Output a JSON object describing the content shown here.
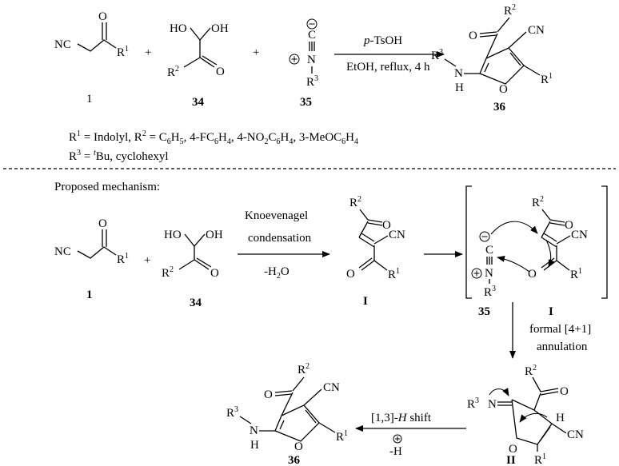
{
  "reaction": {
    "c1_nc": "NC",
    "c1_r": "R",
    "c1_r_sup": "1",
    "c1_label": "1",
    "c34_ho1": "HO",
    "c34_oh": "OH",
    "c34_r": "R",
    "c34_r_sup": "2",
    "c34_label": "34",
    "c35_n": "N",
    "c35_r": "R",
    "c35_r_sup": "3",
    "c35_label": "35",
    "plus": "+",
    "reagent_prefix": "p",
    "reagent_main": "-TsOH",
    "conditions": "EtOH, reflux, 4 h",
    "p36_r2": "R",
    "p36_r2_sup": "2",
    "p36_cn": "CN",
    "p36_r3": "R",
    "p36_r3_sup": "3",
    "p36_h": "H",
    "p36_n": "N",
    "p36_o": "O",
    "p36_r1": "R",
    "p36_r1_sup": "1",
    "p36_label": "36"
  },
  "substituents": {
    "r1": "R",
    "r1_sup": "1",
    "r1_text": " = Indolyl, R",
    "r2_sup": "2",
    "r2_eq": " = C",
    "sub6": "6",
    "h5": "H",
    "sub5": "5",
    "fc": ", 4-FC",
    "h4a": "H",
    "sub4a": "4",
    "no2": ", 4-NO",
    "sub2": "2",
    "c": "C",
    "sub6c": "6",
    "h4b": "H",
    "sub4b": "4",
    "meo": ", 3-MeOC",
    "sub6d": "6",
    "h4c": "H",
    "sub4c": "4",
    "r3": "R",
    "r3_sup": "3",
    "r3_eq": " = ",
    "t": "t",
    "bu": "Bu, cyclohexyl"
  },
  "mechanism": {
    "heading": "Proposed mechanism:",
    "knoevenagel": "Knoevenagel",
    "condensation": "condensation",
    "minus": "-H",
    "h2o_sub": "2",
    "h2o_o": "O",
    "inter_I_label": "I",
    "cn": "CN",
    "label_35": "35",
    "label_I": "I",
    "formal": "formal [4+1]",
    "annulation": "annulation",
    "inter_II_label": "II",
    "ii_h": "H",
    "shift_bracket": "[1,3]-",
    "shift_h": "H",
    "shift_word": " shift",
    "minus_h": "-H",
    "product_label": "36"
  }
}
